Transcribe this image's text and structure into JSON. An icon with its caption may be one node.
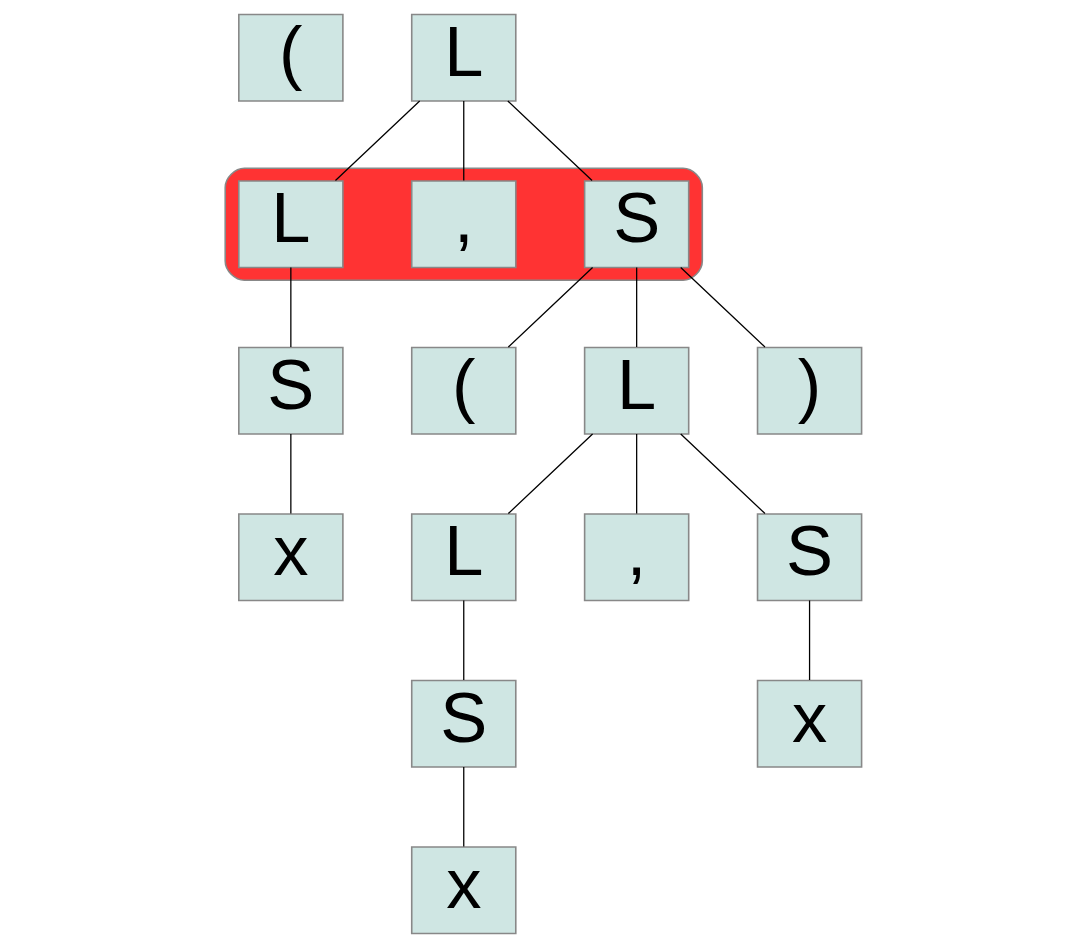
{
  "diagram": {
    "nodes": [
      {
        "text": [
          "("
        ]
      },
      {
        "text": [
          "L"
        ]
      },
      {
        "text": [],
        "shape": "ellipse"
      },
      {
        "text": [
          "L"
        ],
        "in": 2
      },
      {
        "text": [
          ","
        ],
        "in": 2
      },
      {
        "text": [
          "S"
        ],
        "in": 2
      },
      {
        "text": [
          "S"
        ]
      },
      {
        "text": [
          "x"
        ]
      },
      {
        "text": [
          "("
        ]
      },
      {
        "text": [
          "L"
        ]
      },
      {
        "text": [
          ")"
        ]
      },
      {
        "text": [
          "L"
        ]
      },
      {
        "text": [
          ","
        ]
      },
      {
        "text": [
          "S"
        ]
      },
      {
        "text": [
          "S"
        ]
      },
      {
        "text": [
          "x"
        ]
      },
      {
        "text": [
          "x"
        ]
      }
    ],
    "edges": [
      {
        "from": 1,
        "to": 3,
        "arrow": "none"
      },
      {
        "from": 1,
        "to": 4,
        "arrow": "none"
      },
      {
        "from": 1,
        "to": 5,
        "arrow": "none"
      },
      {
        "from": 3,
        "to": 6,
        "arrow": "none"
      },
      {
        "from": 6,
        "to": 7,
        "arrow": "none"
      },
      {
        "from": 5,
        "to": 8,
        "arrow": "none"
      },
      {
        "from": 5,
        "to": 9,
        "arrow": "none"
      },
      {
        "from": 5,
        "to": 10,
        "arrow": "none"
      },
      {
        "from": 9,
        "to": 11,
        "arrow": "none"
      },
      {
        "from": 9,
        "to": 12,
        "arrow": "none"
      },
      {
        "from": 9,
        "to": 13,
        "arrow": "none"
      },
      {
        "from": 11,
        "to": 14,
        "arrow": "none"
      },
      {
        "from": 14,
        "to": 16,
        "arrow": "none"
      },
      {
        "from": 13,
        "to": 15,
        "arrow": "none"
      }
    ]
  }
}
